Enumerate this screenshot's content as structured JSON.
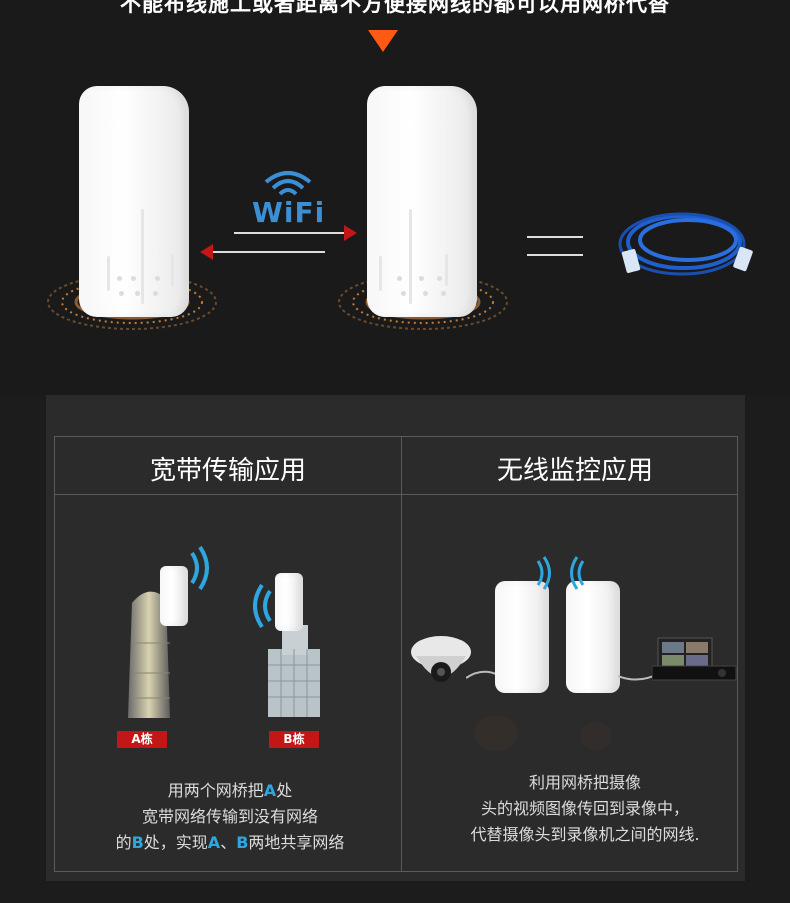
{
  "headline": "不能布线施工或者距离不方便接网线的都可以用网桥代替",
  "wifi_label": "WiFi",
  "sections": [
    {
      "title": "宽带传输应用",
      "tags": [
        "A栋",
        "B栋"
      ],
      "desc_lines": [
        [
          "用两个网桥把",
          "A",
          "处"
        ],
        [
          "宽带网络传输到没有网络"
        ],
        [
          "的",
          "B",
          "处，实现",
          "A",
          "、",
          "B",
          "两地共享网络"
        ]
      ]
    },
    {
      "title": "无线监控应用",
      "desc_lines": [
        [
          "利用网桥把摄像"
        ],
        [
          "头的视频图像传回到录像中，"
        ],
        [
          "代替摄像头到录像机之间的网线."
        ]
      ]
    }
  ],
  "colors": {
    "accent_orange": "#ff5a14",
    "accent_blue": "#2ea7e0",
    "tag_red": "#c41616"
  }
}
